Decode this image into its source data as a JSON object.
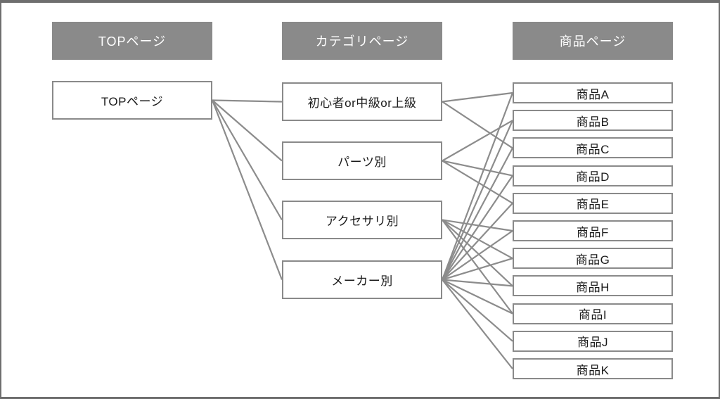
{
  "diagram": {
    "columns": [
      {
        "header": "TOPページ",
        "items": [
          {
            "id": "top-page",
            "label": "TOPページ"
          }
        ]
      },
      {
        "header": "カテゴリページ",
        "items": [
          {
            "id": "cat-level",
            "label": "初心者or中級or上級"
          },
          {
            "id": "cat-parts",
            "label": "パーツ別"
          },
          {
            "id": "cat-accessory",
            "label": "アクセサリ別"
          },
          {
            "id": "cat-maker",
            "label": "メーカー別"
          }
        ]
      },
      {
        "header": "商品ページ",
        "items": [
          {
            "id": "prod-a",
            "label": "商品A"
          },
          {
            "id": "prod-b",
            "label": "商品B"
          },
          {
            "id": "prod-c",
            "label": "商品C"
          },
          {
            "id": "prod-d",
            "label": "商品D"
          },
          {
            "id": "prod-e",
            "label": "商品E"
          },
          {
            "id": "prod-f",
            "label": "商品F"
          },
          {
            "id": "prod-g",
            "label": "商品G"
          },
          {
            "id": "prod-h",
            "label": "商品H"
          },
          {
            "id": "prod-i",
            "label": "商品I"
          },
          {
            "id": "prod-j",
            "label": "商品J"
          },
          {
            "id": "prod-k",
            "label": "商品K"
          }
        ]
      }
    ],
    "connections": [
      [
        "top-page",
        "cat-level"
      ],
      [
        "top-page",
        "cat-parts"
      ],
      [
        "top-page",
        "cat-accessory"
      ],
      [
        "top-page",
        "cat-maker"
      ],
      [
        "cat-level",
        "prod-a"
      ],
      [
        "cat-level",
        "prod-c"
      ],
      [
        "cat-parts",
        "prod-b"
      ],
      [
        "cat-parts",
        "prod-d"
      ],
      [
        "cat-parts",
        "prod-e"
      ],
      [
        "cat-accessory",
        "prod-f"
      ],
      [
        "cat-accessory",
        "prod-g"
      ],
      [
        "cat-accessory",
        "prod-h"
      ],
      [
        "cat-accessory",
        "prod-i"
      ],
      [
        "cat-maker",
        "prod-a"
      ],
      [
        "cat-maker",
        "prod-b"
      ],
      [
        "cat-maker",
        "prod-c"
      ],
      [
        "cat-maker",
        "prod-d"
      ],
      [
        "cat-maker",
        "prod-e"
      ],
      [
        "cat-maker",
        "prod-f"
      ],
      [
        "cat-maker",
        "prod-g"
      ],
      [
        "cat-maker",
        "prod-h"
      ],
      [
        "cat-maker",
        "prod-i"
      ],
      [
        "cat-maker",
        "prod-j"
      ],
      [
        "cat-maker",
        "prod-k"
      ]
    ],
    "colors": {
      "background": "#ffffff",
      "frame": "#6e6e6e",
      "header_bg": "#8a8a8a",
      "header_text": "#ffffff",
      "box_bg": "#ffffff",
      "box_border": "#8a8a8a",
      "box_text": "#1a1a1a",
      "line": "#8c8c8c"
    }
  }
}
